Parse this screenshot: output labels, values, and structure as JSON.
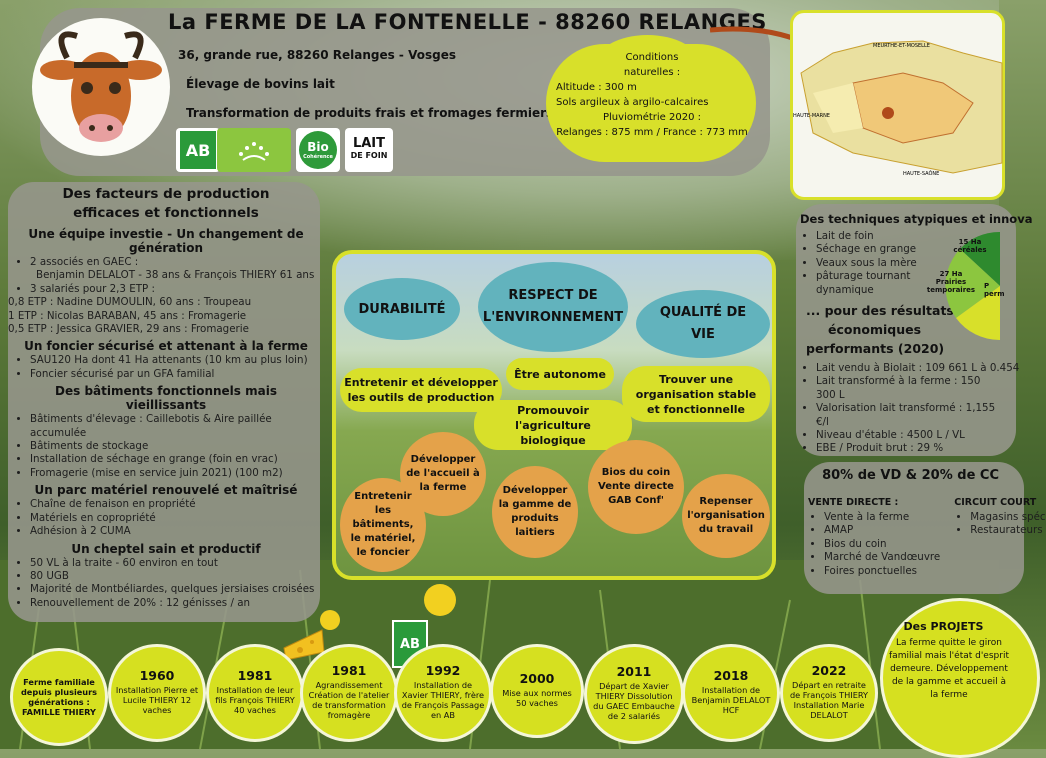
{
  "header": {
    "title": "La FERME DE LA FONTENELLE - 88260 RELANGES",
    "address": "36, grande rue, 88260 Relanges - Vosges",
    "line2": "Élevage de bovins lait",
    "line3": "Transformation de produits frais et fromages fermiers"
  },
  "logos": {
    "ab": "AB",
    "bio": "Bio",
    "bio_sub": "Cohérence",
    "lait": "LAIT",
    "lait_sub": "DE FOIN"
  },
  "conditions": {
    "title": "Conditions naturelles :",
    "alt": "Altitude : 300 m",
    "sols": "Sols argileux à argilo-calcaires",
    "pluvio": "Pluviométrie 2020 :",
    "pluvio_val": "Relanges : 875 mm / France : 773 mm"
  },
  "left": {
    "title1": "Des facteurs de production",
    "title2": "efficaces et fonctionnels",
    "s1": "Une équipe investie - Un changement de génération",
    "s1_items": [
      "2 associés en GAEC :",
      "Benjamin DELALOT - 38 ans & François THIERY 61 ans",
      "3 salariés pour 2,3 ETP :"
    ],
    "s1_lines": [
      "0,8 ETP : Nadine DUMOULIN, 60 ans : Troupeau",
      "1 ETP : Nicolas BARABAN, 45 ans : Fromagerie",
      "0,5 ETP : Jessica GRAVIER, 29 ans : Fromagerie"
    ],
    "s2": "Un foncier sécurisé et attenant à la ferme",
    "s2_items": [
      "SAU120 Ha dont 41 Ha attenants (10 km au plus loin)",
      "Foncier sécurisé par un GFA familial"
    ],
    "s3": "Des bâtiments fonctionnels mais vieillissants",
    "s3_items": [
      "Bâtiments d'élevage : Caillebotis & Aire paillée accumulée",
      "Bâtiments de stockage",
      "Installation de séchage en grange (foin en vrac)",
      "Fromagerie (mise en service juin 2021) (100 m2)"
    ],
    "s4": "Un parc matériel renouvelé et maîtrisé",
    "s4_items": [
      "Chaîne de fenaison en propriété",
      "Matériels en copropriété",
      "Adhésion à 2 CUMA"
    ],
    "s5": "Un cheptel sain et productif",
    "s5_items": [
      "50 VL à la traite - 60 environ en tout",
      "80 UGB",
      "Majorité de Montbéliardes, quelques jersiaises croisées",
      "Renouvellement de 20% : 12 génisses / an"
    ]
  },
  "center": {
    "c1": "DURABILITÉ",
    "c2": "RESPECT DE L'ENVIRONNEMENT",
    "c3": "QUALITÉ DE VIE",
    "p1": "Entretenir et développer les outils de production",
    "p2": "Être autonome",
    "p3": "Trouver une organisation stable et fonctionnelle",
    "p4": "Promouvoir l'agriculture biologique",
    "b1": "Développer de l'accueil à la ferme",
    "b2": "Bios du coin Vente directe GAB Conf'",
    "b3": "Développer la gamme de produits laitiers",
    "b4": "Entretenir les bâtiments, le matériel, le foncier",
    "b5": "Repenser l'organisation du travail"
  },
  "map": {
    "label1": "MEURTHE-ET-MOSELLE",
    "label2": "HAUTE-MARNE",
    "label3": "HAUTE-SAÔNE"
  },
  "right": {
    "title": "Des techniques atypiques et innova",
    "items": [
      "Lait de foin",
      "Séchage en grange",
      "Veaux sous la mère",
      "pâturage tournant dynamique"
    ],
    "pie": [
      "15 Ha céréales",
      "27 Ha Prairies temporaires",
      "P perm"
    ],
    "res1": "... pour des résultats",
    "res2": "économiques",
    "res3": "performants (2020)",
    "res_items": [
      "Lait vendu à Biolait : 109 661 L à 0.454",
      "Lait transformé à la ferme : 150 300 L",
      "Valorisation lait transformé : 1,155 €/l",
      "Niveau d'étable : 4500 L / VL",
      "EBE / Produit brut : 29 %"
    ]
  },
  "vd": {
    "title": "80% de VD & 20% de CC",
    "col1": "VENTE DIRECTE :",
    "col2": "CIRCUIT COURT",
    "items1": [
      "Vente à la ferme",
      "AMAP",
      "Bios du coin",
      "Marché de Vandœuvre",
      "Foires ponctuelles"
    ],
    "items2": [
      "Magasins spéc",
      "Restaurateurs"
    ]
  },
  "projets": {
    "title": "Des PROJETS",
    "text": "La ferme quitte le giron familial mais l'état d'esprit demeure. Développement de la gamme et accueil à la ferme"
  },
  "timeline": [
    {
      "year": "",
      "text": "Ferme familiale depuis plusieurs générations : FAMILLE THIERY"
    },
    {
      "year": "1960",
      "text": "Installation Pierre et Lucile THIERY 12 vaches"
    },
    {
      "year": "1981",
      "text": "Installation de leur fils François THIERY 40 vaches"
    },
    {
      "year": "1981",
      "text": "Agrandissement Création de l'atelier de transformation fromagère"
    },
    {
      "year": "1992",
      "text": "Installation de Xavier THIERY, frère de François Passage en AB"
    },
    {
      "year": "2000",
      "text": "Mise aux normes 50 vaches"
    },
    {
      "year": "2011",
      "text": "Départ de Xavier THIERY Dissolution du GAEC Embauche de 2 salariés"
    },
    {
      "year": "2018",
      "text": "Installation de Benjamin DELALOT HCF"
    },
    {
      "year": "2022",
      "text": "Départ en retraite de François THIERY Installation Marie DELALOT"
    }
  ]
}
